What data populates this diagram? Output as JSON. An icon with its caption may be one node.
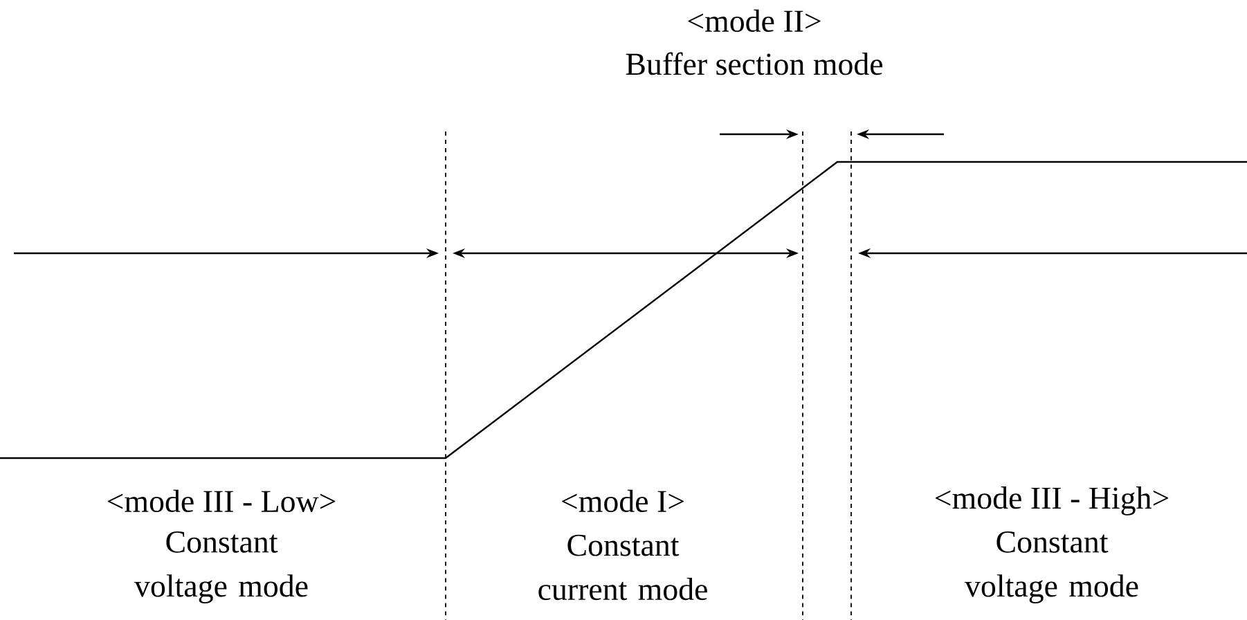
{
  "diagram": {
    "labels": [
      "<mode II>",
      "Buffer section mode",
      "<mode III - Low>",
      "Constant voltage mode",
      "<mode I>",
      "Constant current mode",
      "<mode III - High>",
      "Constant voltage mode"
    ]
  }
}
